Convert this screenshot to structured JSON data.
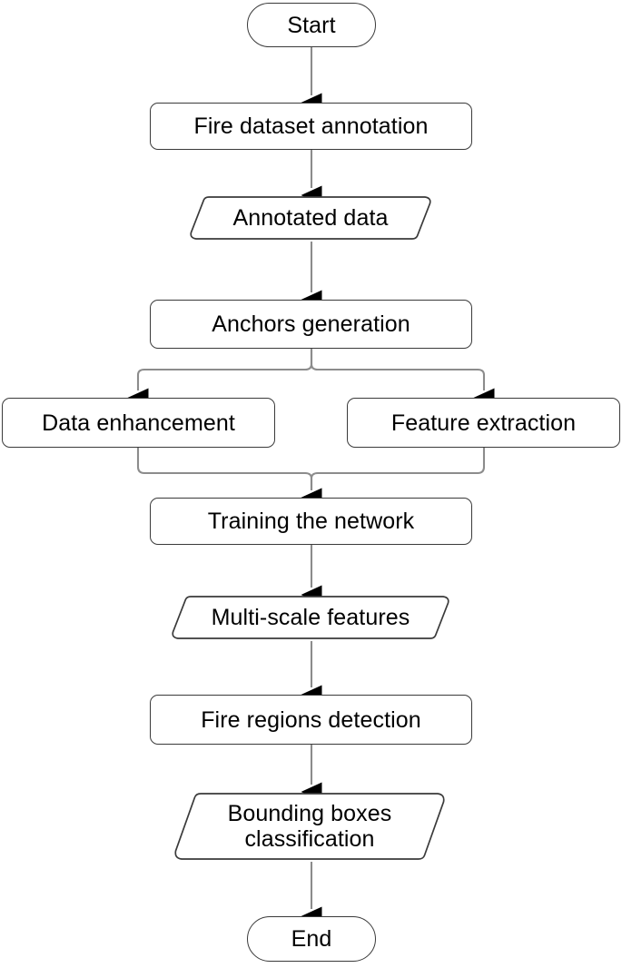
{
  "diagram": {
    "title": "Fire detection model workflow flowchart",
    "type": "flowchart",
    "orientation": "top-to-bottom",
    "colors": {
      "background": "#ffffff",
      "node_stroke": "#3a3a3a",
      "node_fill": "#ffffff",
      "edge_stroke": "#8c8c8c",
      "edge_arrow": "#000000",
      "text": "#000000"
    },
    "nodes": [
      {
        "id": "start",
        "label": "Start",
        "shape": "terminal"
      },
      {
        "id": "annotate",
        "label": "Fire dataset annotation",
        "shape": "process"
      },
      {
        "id": "annodata",
        "label": "Annotated data",
        "shape": "data"
      },
      {
        "id": "anchors",
        "label": "Anchors generation",
        "shape": "process"
      },
      {
        "id": "dataenh",
        "label": "Data enhancement",
        "shape": "process"
      },
      {
        "id": "feature",
        "label": "Feature extraction",
        "shape": "process"
      },
      {
        "id": "training",
        "label": "Training the network",
        "shape": "process"
      },
      {
        "id": "multiscale",
        "label": "Multi-scale features",
        "shape": "data"
      },
      {
        "id": "firedet",
        "label": "Fire regions detection",
        "shape": "process"
      },
      {
        "id": "bbox",
        "label": "Bounding boxes\nclassification",
        "shape": "data"
      },
      {
        "id": "end",
        "label": "End",
        "shape": "terminal"
      }
    ],
    "edges": [
      {
        "from": "start",
        "to": "annotate",
        "style": "straight-arrow"
      },
      {
        "from": "annotate",
        "to": "annodata",
        "style": "straight-arrow"
      },
      {
        "from": "annodata",
        "to": "anchors",
        "style": "straight-arrow"
      },
      {
        "from": "anchors",
        "to": "dataenh",
        "style": "branch-left-arrow"
      },
      {
        "from": "anchors",
        "to": "feature",
        "style": "branch-right-arrow"
      },
      {
        "from": "dataenh",
        "to": "training",
        "style": "merge-left-arrow"
      },
      {
        "from": "feature",
        "to": "training",
        "style": "merge-right-arrow"
      },
      {
        "from": "training",
        "to": "multiscale",
        "style": "straight-arrow"
      },
      {
        "from": "multiscale",
        "to": "firedet",
        "style": "straight-arrow"
      },
      {
        "from": "firedet",
        "to": "bbox",
        "style": "straight-arrow"
      },
      {
        "from": "bbox",
        "to": "end",
        "style": "straight-arrow"
      }
    ]
  }
}
